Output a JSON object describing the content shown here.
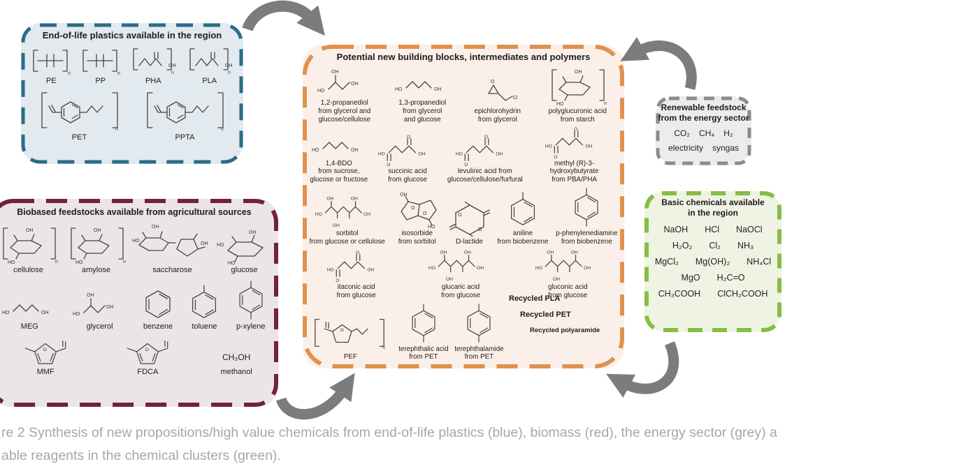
{
  "colors": {
    "plastics_border": "#2b6b88",
    "biobased_border": "#722138",
    "building_blocks_border": "#e0914f",
    "energy_border": "#8c8c8c",
    "basic_chemicals_border": "#86bd45",
    "arrow_grey": "#7c7c7c"
  },
  "boxes": {
    "plastics": {
      "title": "End-of-life plastics available in the region",
      "rows": [
        [
          {
            "label": "PE",
            "glyph": "g-poly-chain"
          },
          {
            "label": "PP",
            "glyph": "g-poly-chain"
          },
          {
            "label": "PHA",
            "glyph": "g-poly-ester"
          },
          {
            "label": "PLA",
            "glyph": "g-poly-ester"
          }
        ],
        [
          {
            "label": "PET",
            "glyph": "g-poly-aryl"
          },
          {
            "label": "PPTA",
            "glyph": "g-poly-aryl"
          }
        ]
      ]
    },
    "biobased": {
      "title": "Biobased feedstocks available from agricultural sources",
      "rows": [
        [
          {
            "label": "cellulose",
            "glyph": "g-sugar-poly"
          },
          {
            "label": "amylose",
            "glyph": "g-sugar-poly"
          },
          {
            "label": "saccharose",
            "glyph": "g-sugar-double"
          },
          {
            "label": "glucose",
            "glyph": "g-sugar"
          }
        ],
        [
          {
            "label": "MEG",
            "glyph": "g-diol"
          },
          {
            "label": "glycerol",
            "glyph": "g-diol-branch"
          },
          {
            "label": "benzene",
            "glyph": "g-benzene"
          },
          {
            "label": "toluene",
            "glyph": "g-benzene-me"
          },
          {
            "label": "p-xylene",
            "glyph": "g-benzene-para"
          }
        ],
        [
          {
            "label": "MMF",
            "glyph": "g-furan"
          },
          {
            "label": "FDCA",
            "glyph": "g-furan"
          },
          {
            "label": "methanol",
            "formula": "CH₃OH"
          }
        ]
      ]
    },
    "building_blocks": {
      "title": "Potential new building blocks, intermediates and polymers",
      "rows": [
        [
          {
            "label": "1,2-propanediol",
            "sub": [
              "from glycerol and",
              "glucose/cellulose"
            ],
            "glyph": "g-diol-branch"
          },
          {
            "label": "1,3-propanediol",
            "sub": [
              "from glycerol",
              "and glucose"
            ],
            "glyph": "g-diol"
          },
          {
            "label": "epichlorohydrin",
            "sub": [
              "from glycerol"
            ],
            "glyph": "g-epoxide"
          },
          {
            "label": "polyglucuronic acid",
            "sub": [
              "from starch"
            ],
            "glyph": "g-sugar-poly"
          }
        ],
        [
          {
            "label": "1,4-BDO",
            "sub": [
              "from sucrose,",
              "glucose or fructose"
            ],
            "glyph": "g-diol"
          },
          {
            "label": "succinic acid",
            "sub": [
              "from glucose"
            ],
            "glyph": "g-diacid"
          },
          {
            "label": "levulinic acid from",
            "sub": [
              "glucose/cellulose/furfural"
            ],
            "glyph": "g-diacid"
          },
          {
            "label": "methyl (R)-3-hydroxybutyrate",
            "sub": [
              "from PBA/PHA"
            ],
            "glyph": "g-diacid"
          }
        ],
        [
          {
            "label": "sorbitol",
            "sub": [
              "from glucose or cellulose"
            ],
            "glyph": "g-chain-oh"
          },
          {
            "label": "isosorbide",
            "sub": [
              "from sorbitol"
            ],
            "glyph": "g-bicyclic"
          },
          {
            "label": "D-lactide",
            "glyph": "g-lactide"
          },
          {
            "label": "aniline",
            "sub": [
              "from biobenzene"
            ],
            "glyph": "g-benzene-me"
          },
          {
            "label": "p-phenylenediamine",
            "sub": [
              "from biobenzene"
            ],
            "glyph": "g-benzene-para"
          }
        ],
        [
          {
            "label": "itaconic acid",
            "sub": [
              "from glucose"
            ],
            "glyph": "g-diacid"
          },
          {
            "label": "glucaric acid",
            "sub": [
              "from glucose"
            ],
            "glyph": "g-chain-oh"
          },
          {
            "label": "gluconic acid",
            "sub": [
              "from glucose"
            ],
            "glyph": "g-chain-oh"
          }
        ]
      ],
      "row5": [
        {
          "label": "PEF",
          "glyph": "g-furan-poly"
        },
        {
          "label": "terephthalic acid",
          "sub": [
            "from PET"
          ],
          "glyph": "g-benzene-para"
        },
        {
          "label": "terephthalamide",
          "sub": [
            "from PET"
          ],
          "glyph": "g-benzene-para"
        }
      ],
      "recycled": [
        "Recycled PLA",
        "Recycled PET",
        "Recycled polyaramide"
      ]
    },
    "energy": {
      "title_line1": "Renewable feedstock",
      "title_line2": "from the energy sector",
      "formulas": [
        "CO₂",
        "CH₄",
        "H₂"
      ],
      "carriers": [
        "electricity",
        "syngas"
      ]
    },
    "basic_chemicals": {
      "title_line1": "Basic chemicals available",
      "title_line2": "in the region",
      "rows": [
        [
          "NaOH",
          "HCl",
          "NaOCl"
        ],
        [
          "H₂O₂",
          "Cl₂",
          "NH₃"
        ],
        [
          "MgCl₂",
          "Mg(OH)₂",
          "NH₄Cl"
        ],
        [
          "MgO",
          "H₂C=O"
        ],
        [
          "CH₃COOH",
          "ClCH₂COOH"
        ]
      ]
    }
  },
  "caption": {
    "line1": "re 2 Synthesis of new propositions/high value chemicals from end-of-life plastics (blue), biomass (red), the energy sector (grey) a",
    "line2": "able reagents in the chemical clusters (green)."
  }
}
